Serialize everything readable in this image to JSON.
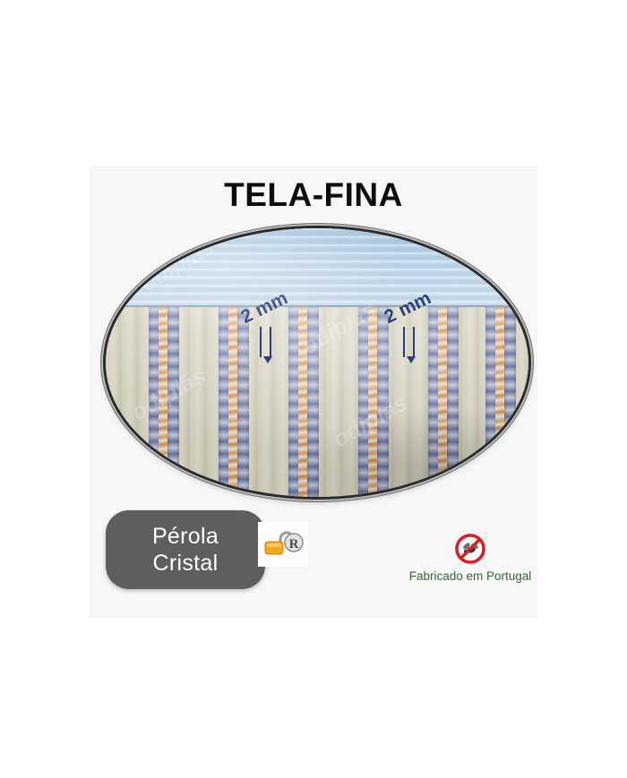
{
  "product": {
    "title": "TELA-FINA",
    "color_badge": {
      "line1": "Pérola",
      "line2": "Cristal"
    },
    "trademark_icon": "padlock-registered-icon",
    "origin": {
      "icon": "no-insects-icon",
      "caption": "Fabricado em Portugal",
      "caption_color": "#2f6b33",
      "icon_color": "#d81f26"
    },
    "measurements": [
      {
        "label": "2 mm"
      },
      {
        "label": "2 mm"
      }
    ],
    "watermark": {
      "text": "odiplás"
    },
    "colors": {
      "panel_background": "#f7f7f7",
      "badge_background": "#5e5e5e",
      "badge_text": "#ffffff",
      "title_text": "#0d0d0d",
      "callout_text": "#2b3f7a",
      "rail_blue": "#bfd7ea",
      "bead_blue": "#8e95bb",
      "bead_cream": "#e8a65e",
      "wall_beige": "#dedbc6"
    }
  }
}
